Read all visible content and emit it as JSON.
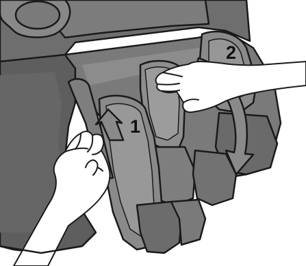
{
  "illustration": {
    "subject": "massage-chair-leg-rest",
    "colors": {
      "chair_dark": "#5a5a5a",
      "chair_mid": "#767676",
      "chair_light": "#9a9a9a",
      "outline": "#1a1a1a",
      "skin": "#ffffff",
      "arrow_fill": "#8a8a8a"
    }
  },
  "steps": [
    {
      "label": "1",
      "icon": "arrow-up-icon"
    },
    {
      "label": "2",
      "icon": "arrow-curved-icon"
    }
  ]
}
